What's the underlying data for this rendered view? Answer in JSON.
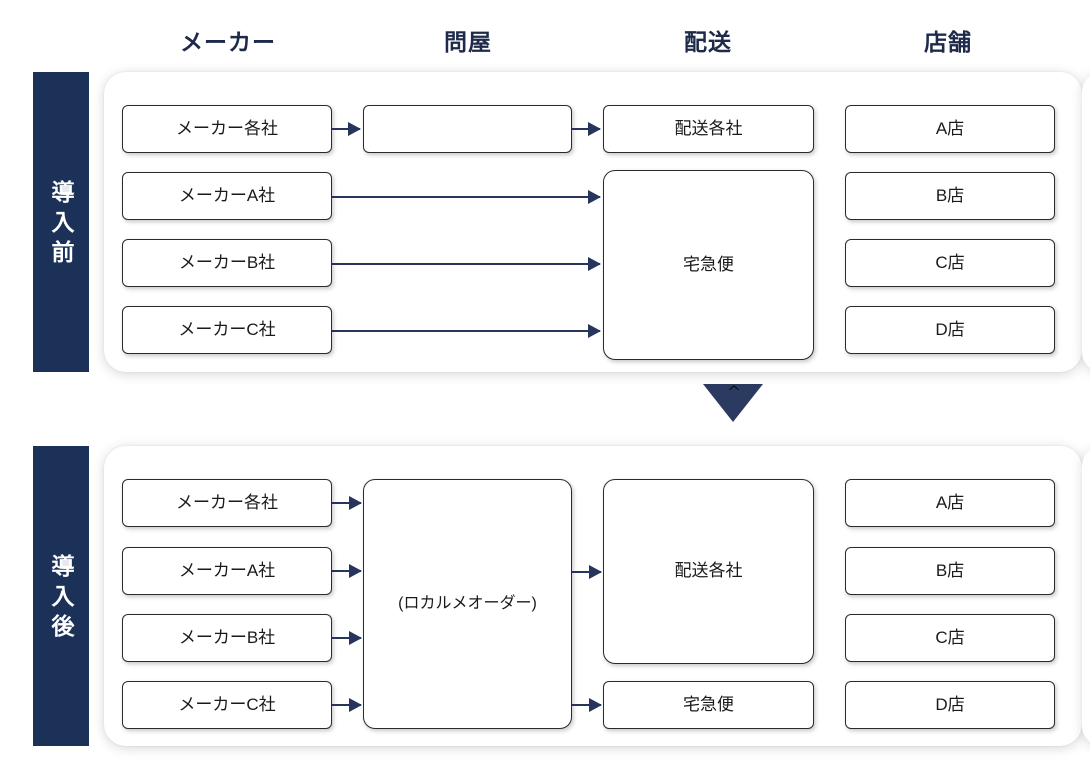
{
  "columns": [
    {
      "key": "maker",
      "label": "メーカー"
    },
    {
      "key": "wholesaler",
      "label": "問屋"
    },
    {
      "key": "delivery",
      "label": "配送"
    },
    {
      "key": "store",
      "label": "店舗"
    }
  ],
  "colors": {
    "sidebar_navy": "#1b3158",
    "header_navy": "#1e2a49",
    "arrow_navy": "#27345c",
    "box_border": "#2b2b2b",
    "card_bg": "#ffffff",
    "page_bg": "#ffffff"
  },
  "transition": {
    "icon": "down-triangle-icon",
    "notch": "^"
  },
  "before": {
    "side_label": "導入前",
    "makers": [
      {
        "label": "メーカー各社"
      },
      {
        "label": "メーカーA社"
      },
      {
        "label": "メーカーB社"
      },
      {
        "label": "メーカーC社"
      }
    ],
    "wholesalers": [
      {
        "label": ""
      }
    ],
    "deliveries": [
      {
        "label": "配送各社"
      },
      {
        "label": "宅急便"
      }
    ],
    "stores": [
      {
        "label": "A店"
      },
      {
        "label": "B店"
      },
      {
        "label": "C店"
      },
      {
        "label": "D店"
      }
    ]
  },
  "after": {
    "side_label": "導入後",
    "makers": [
      {
        "label": "メーカー各社"
      },
      {
        "label": "メーカーA社"
      },
      {
        "label": "メーカーB社"
      },
      {
        "label": "メーカーC社"
      }
    ],
    "wholesalers": [
      {
        "label": "(ロカルメオーダー)"
      }
    ],
    "deliveries": [
      {
        "label": "配送各社"
      },
      {
        "label": "宅急便"
      }
    ],
    "stores": [
      {
        "label": "A店"
      },
      {
        "label": "B店"
      },
      {
        "label": "C店"
      },
      {
        "label": "D店"
      }
    ]
  }
}
